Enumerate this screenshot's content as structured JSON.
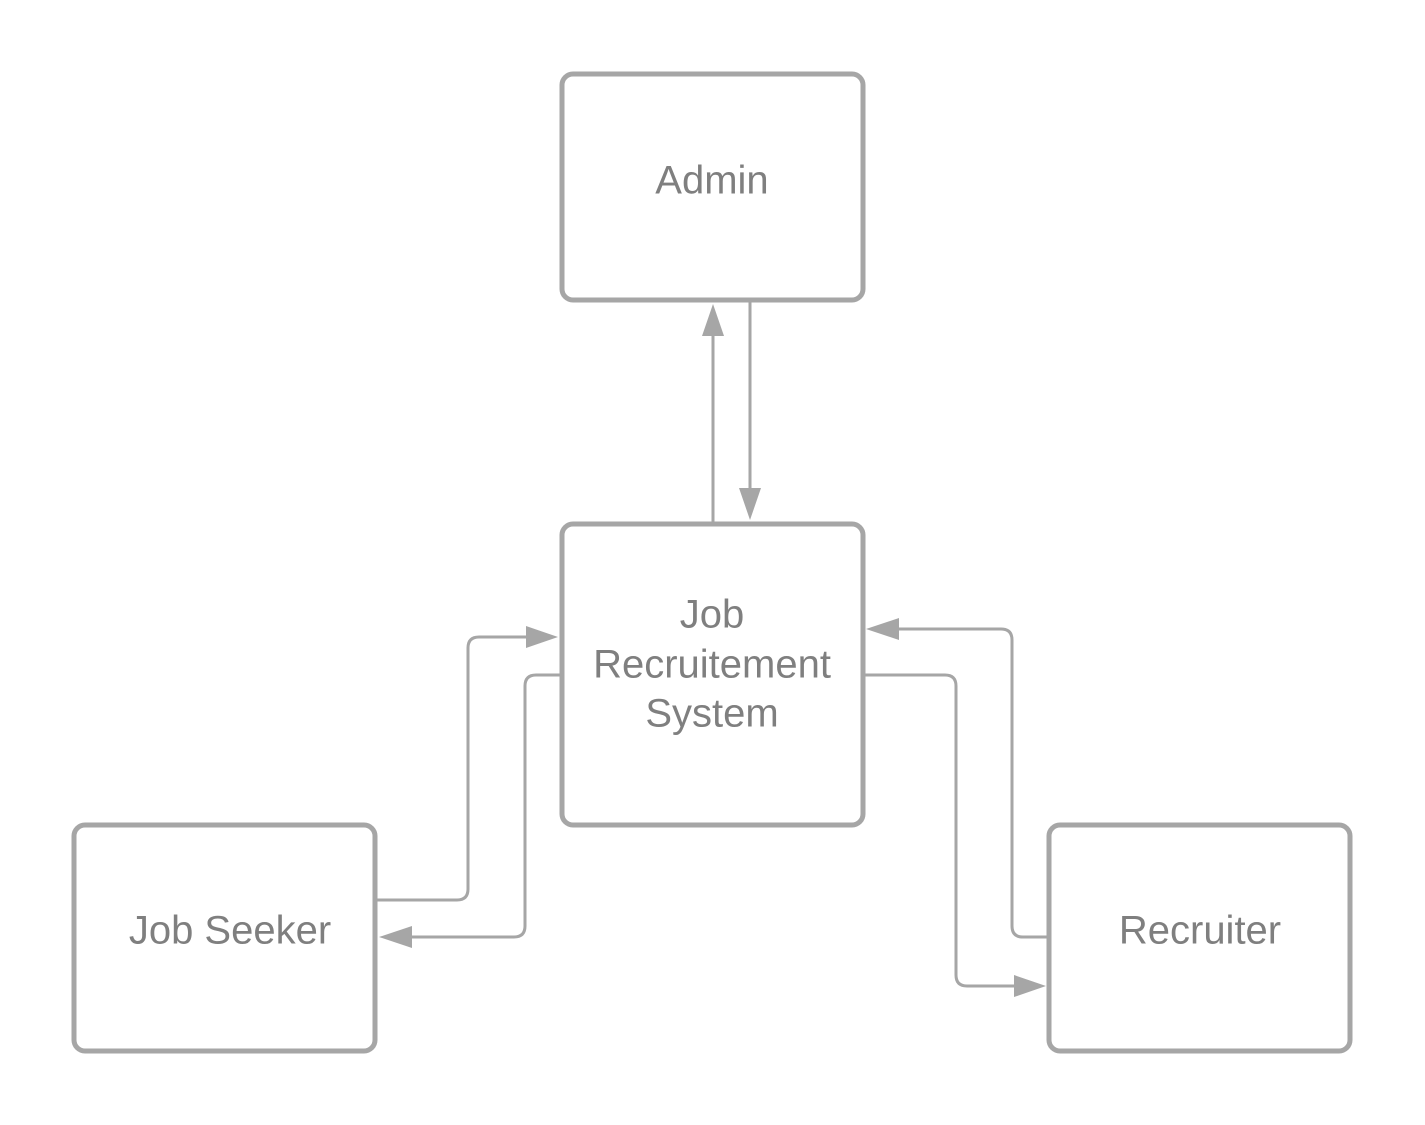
{
  "diagram": {
    "nodes": {
      "admin": {
        "label_lines": [
          "Admin"
        ]
      },
      "system": {
        "label_lines": [
          "Job",
          "Recruitement",
          "System"
        ]
      },
      "job_seeker": {
        "label_lines": [
          "Job Seeker"
        ]
      },
      "recruiter": {
        "label_lines": [
          "Recruiter"
        ]
      }
    },
    "edges": [
      {
        "from": "system",
        "to": "admin"
      },
      {
        "from": "admin",
        "to": "system"
      },
      {
        "from": "job_seeker",
        "to": "system"
      },
      {
        "from": "system",
        "to": "job_seeker"
      },
      {
        "from": "recruiter",
        "to": "system"
      },
      {
        "from": "system",
        "to": "recruiter"
      }
    ],
    "colors": {
      "stroke": "#a6a6a6",
      "text": "#7f7f7f",
      "background": "#ffffff"
    }
  }
}
